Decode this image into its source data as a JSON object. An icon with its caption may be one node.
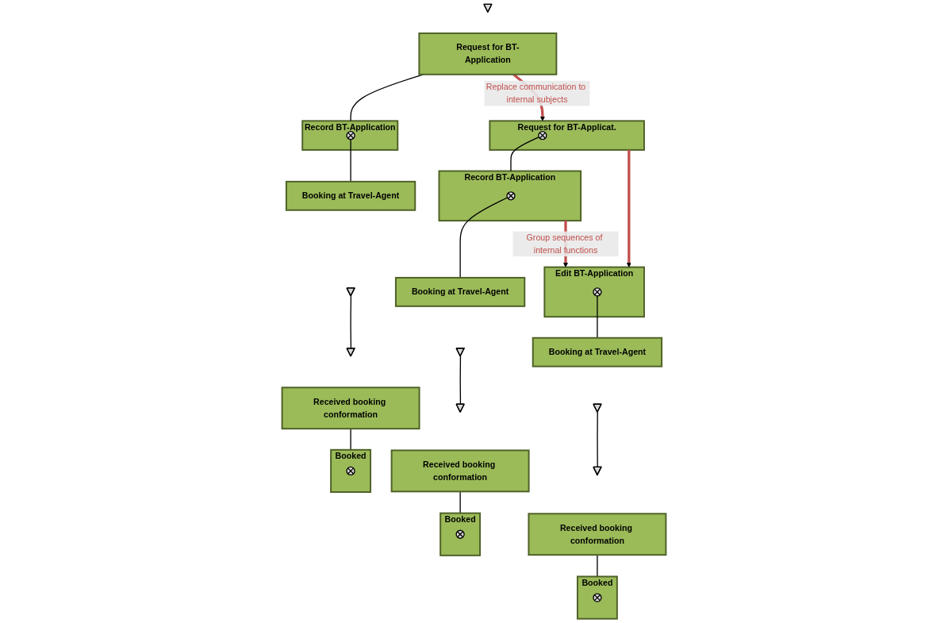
{
  "diagram": {
    "nodes": [
      {
        "text": [],
        "shape": "triangle"
      },
      {
        "text": [
          "Request for BT-Application"
        ]
      },
      {
        "text": [
          "Record BT-Application"
        ]
      },
      {
        "text": [],
        "shape": "circle",
        "in": 2
      },
      {
        "text": [
          "Booking at Travel-Agent"
        ]
      },
      {
        "text": [],
        "shape": "triangle"
      },
      {
        "text": [],
        "shape": "triangle"
      },
      {
        "text": [
          "Received booking conformation"
        ]
      },
      {
        "text": [
          "Booked"
        ]
      },
      {
        "text": [],
        "shape": "circle",
        "in": 8
      },
      {
        "text": [
          "Request for BT-Applicat."
        ]
      },
      {
        "text": [],
        "shape": "circle",
        "in": 10
      },
      {
        "text": [
          "Record BT-Application"
        ]
      },
      {
        "text": [],
        "shape": "circle",
        "in": 12
      },
      {
        "text": [
          "Booking at Travel-Agent"
        ]
      },
      {
        "text": [],
        "shape": "triangle"
      },
      {
        "text": [],
        "shape": "triangle"
      },
      {
        "text": [
          "Received booking conformation"
        ]
      },
      {
        "text": [
          "Booked"
        ]
      },
      {
        "text": [],
        "shape": "circle",
        "in": 18
      },
      {
        "text": [
          "Edit BT-Application"
        ]
      },
      {
        "text": [],
        "shape": "circle",
        "in": 20
      },
      {
        "text": [
          "Booking at Travel-Agent"
        ]
      },
      {
        "text": [],
        "shape": "triangle"
      },
      {
        "text": [],
        "shape": "triangle"
      },
      {
        "text": [
          "Received booking conformation"
        ]
      },
      {
        "text": [
          "Booked"
        ]
      },
      {
        "text": [],
        "shape": "circle",
        "in": 26
      }
    ],
    "edges": [
      {
        "from": 1,
        "to": 2,
        "arrow": "none"
      },
      {
        "from": 3,
        "to": 4,
        "arrow": "none"
      },
      {
        "from": 5,
        "to": 6,
        "arrow": "none"
      },
      {
        "from": 7,
        "to": 8,
        "arrow": "none"
      },
      {
        "from": 11,
        "to": 12,
        "arrow": "none"
      },
      {
        "from": 13,
        "to": 14,
        "arrow": "none"
      },
      {
        "from": 15,
        "to": 16,
        "arrow": "none"
      },
      {
        "from": 17,
        "to": 18,
        "arrow": "none"
      },
      {
        "from": 21,
        "to": 22,
        "arrow": "none"
      },
      {
        "from": 23,
        "to": 24,
        "arrow": "none"
      },
      {
        "from": 25,
        "to": 26,
        "arrow": "none"
      },
      {
        "from": 1,
        "to": 10,
        "arrow": "to",
        "label": "Replace communication to internal subjects",
        "style": "thick",
        "color": "#c0504d"
      },
      {
        "from": 10,
        "to": 20,
        "arrow": "to",
        "style": "thick",
        "color": "#c0504d"
      },
      {
        "from": 12,
        "to": 20,
        "arrow": "to",
        "label": "Group sequences of internal functions",
        "style": "thick",
        "color": "#c0504d"
      }
    ]
  }
}
